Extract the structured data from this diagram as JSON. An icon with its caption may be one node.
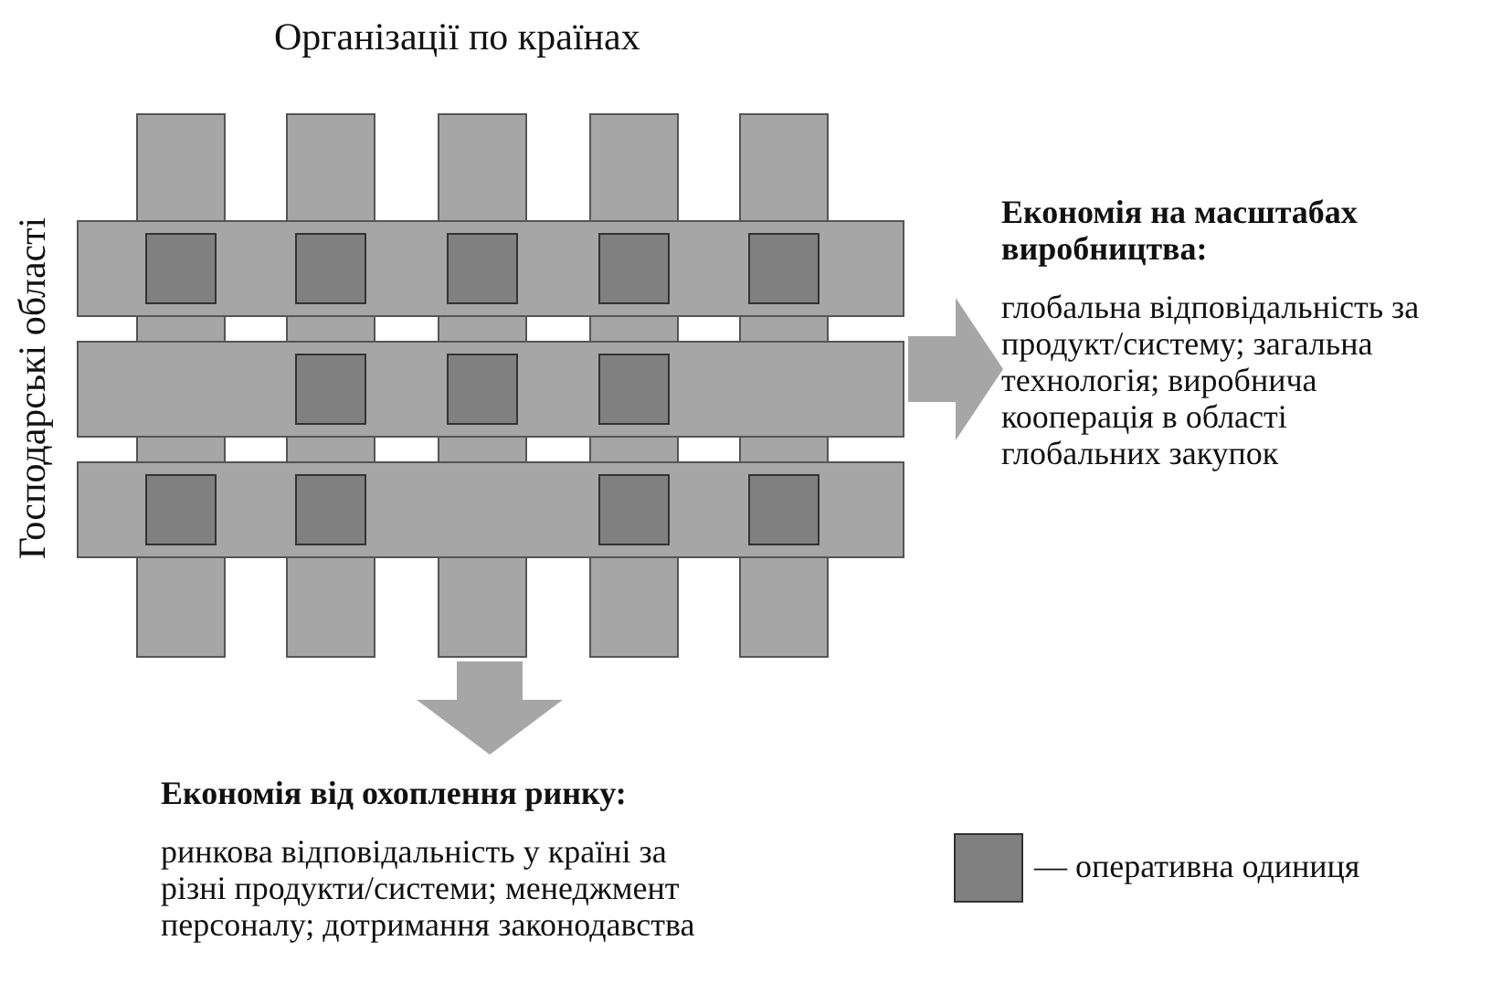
{
  "diagram": {
    "nodes": [
      {
        "text": [],
        "shape": "grid"
      },
      {
        "text": [
          "Економія на масштабах  виробництва:",
          "глобальна відповідальність за продукт/систему; загальна технологія; виробнича кооперація в області глобальних закупок"
        ]
      },
      {
        "text": [
          "Економія від охоплення ринку:",
          "ринкова відповідальність у країні за різні продукти/системи; менеджмент персоналу; дотримання законодавства"
        ]
      }
    ],
    "edges": [
      {
        "from": 0,
        "to": 1,
        "arrow": "to"
      },
      {
        "from": 0,
        "to": 2,
        "arrow": "to"
      }
    ],
    "labels": [
      "Організації по країнах",
      "Господарські області"
    ],
    "legend": [
      {
        "text": "— оперативна одиниця",
        "color": "#808080"
      }
    ]
  }
}
